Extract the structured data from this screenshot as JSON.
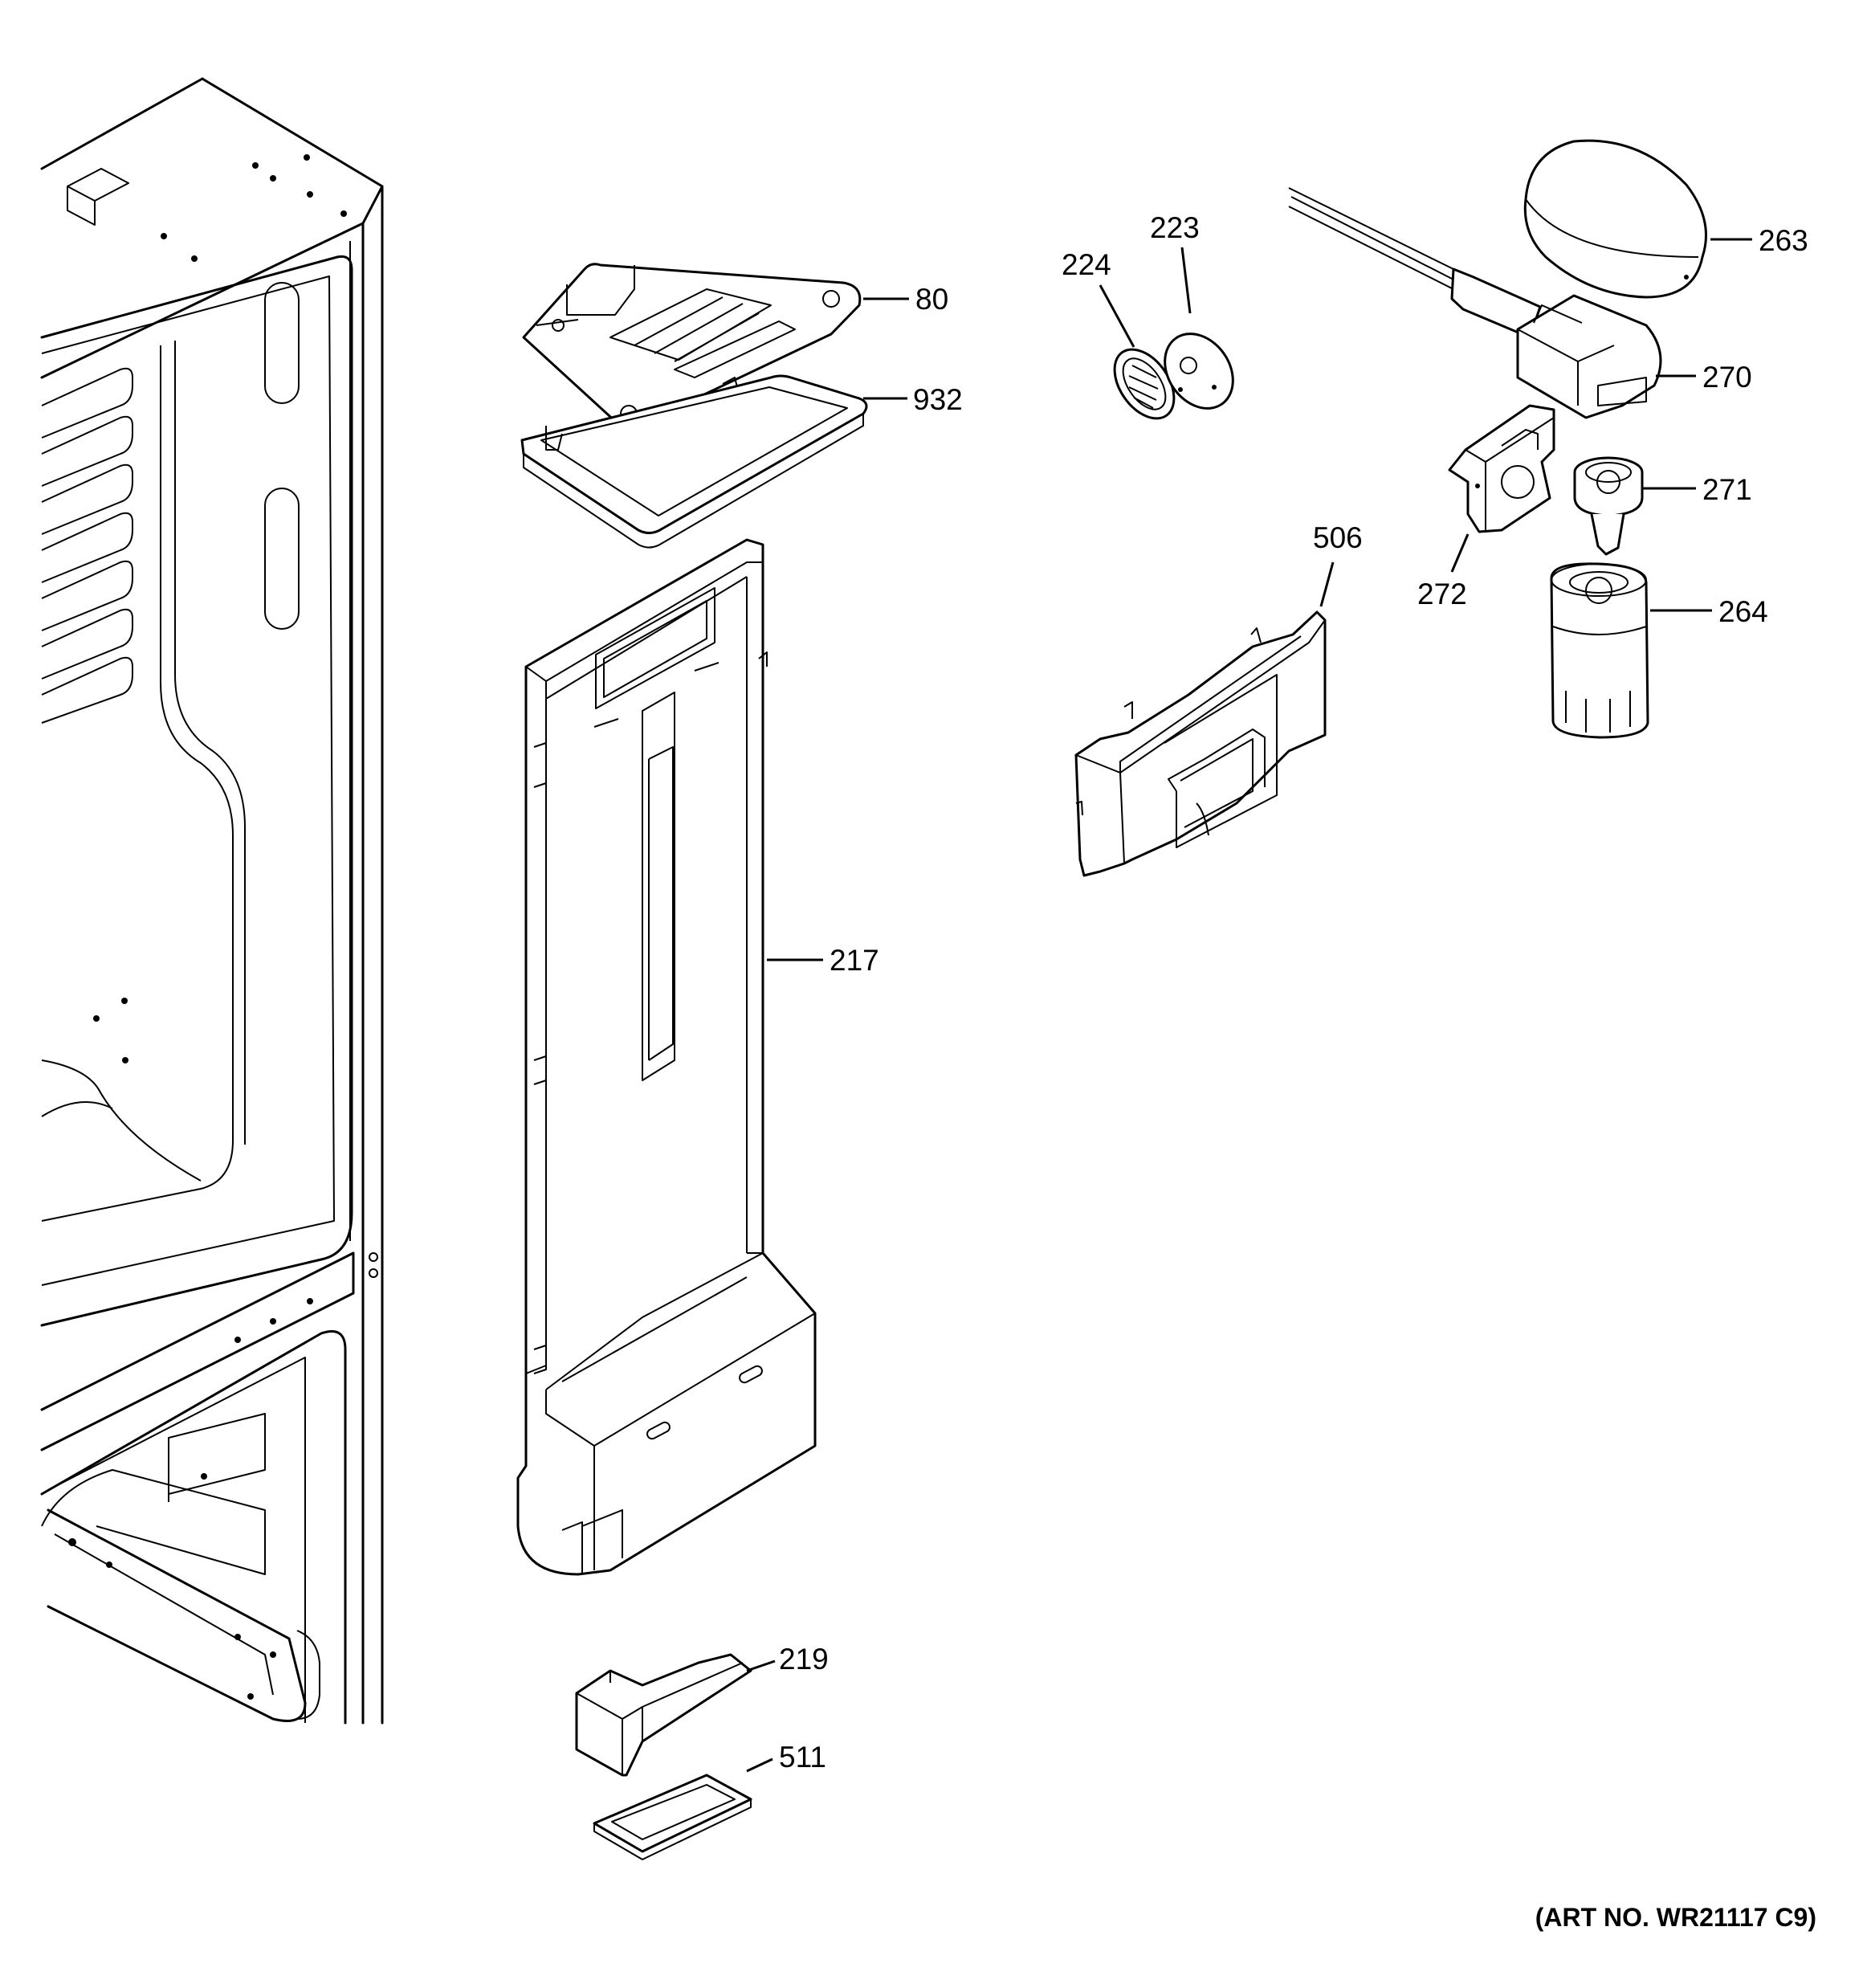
{
  "parts": [
    {
      "id": "80",
      "label": "80"
    },
    {
      "id": "932",
      "label": "932"
    },
    {
      "id": "217",
      "label": "217"
    },
    {
      "id": "219",
      "label": "219"
    },
    {
      "id": "511",
      "label": "511"
    },
    {
      "id": "224",
      "label": "224"
    },
    {
      "id": "223",
      "label": "223"
    },
    {
      "id": "506",
      "label": "506"
    },
    {
      "id": "263",
      "label": "263"
    },
    {
      "id": "270",
      "label": "270"
    },
    {
      "id": "271",
      "label": "271"
    },
    {
      "id": "272",
      "label": "272"
    },
    {
      "id": "264",
      "label": "264"
    }
  ],
  "art_number": "(ART NO. WR21117 C9)"
}
